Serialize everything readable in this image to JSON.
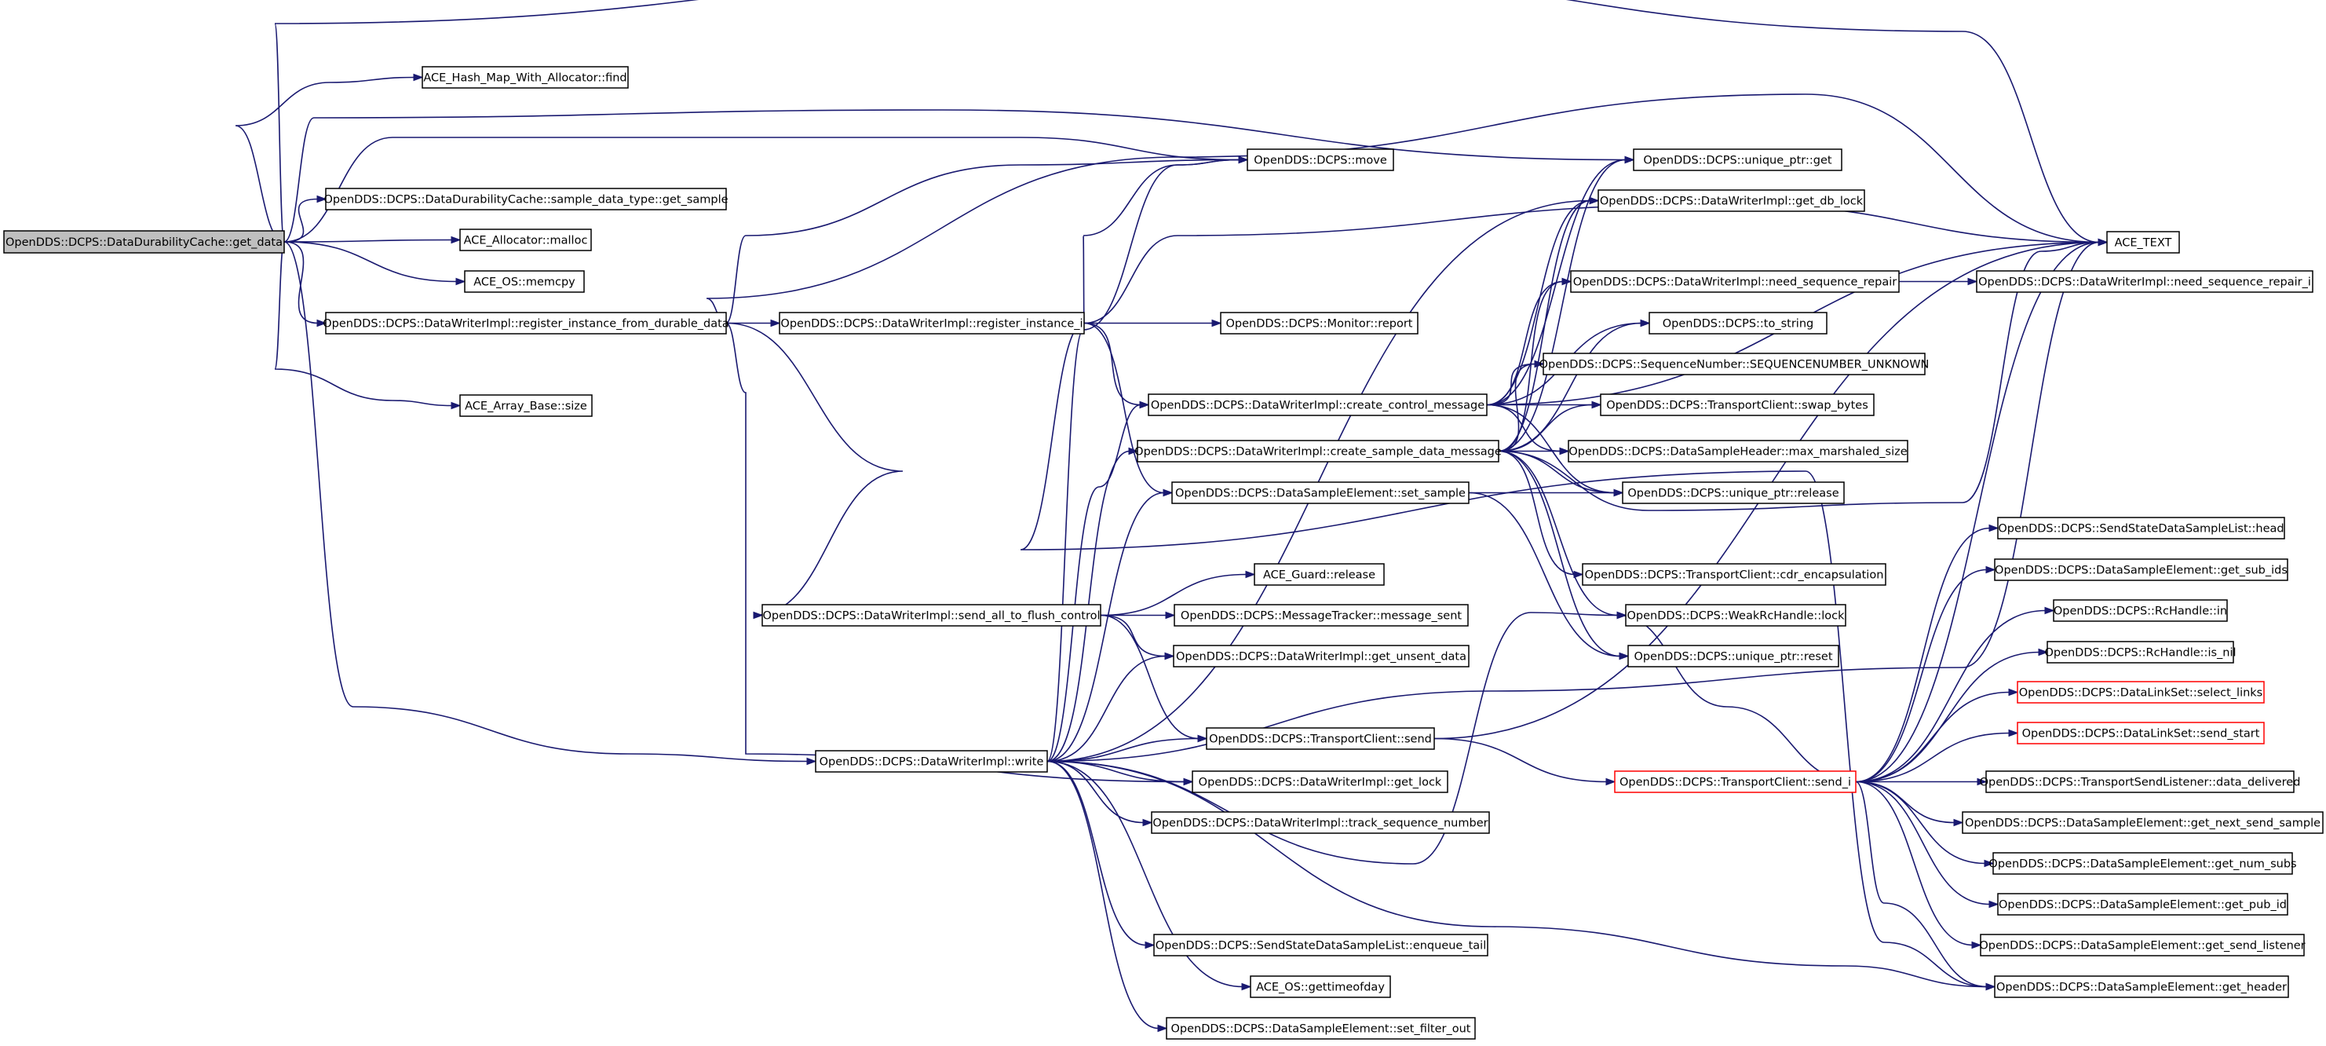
{
  "graph": {
    "edge_color": "#191970",
    "truncated_border_color": "#ff0000",
    "root_fill": "#bfbfbf",
    "nodes": [
      {
        "id": "get_data",
        "label": "OpenDDS::DCPS::DataDurabilityCache::get_data",
        "root": true
      },
      {
        "id": "hash_find",
        "label": "ACE_Hash_Map_With_Allocator::find"
      },
      {
        "id": "move",
        "label": "OpenDDS::DCPS::move"
      },
      {
        "id": "get_sample",
        "label": "OpenDDS::DCPS::DataDurabilityCache::sample_data_type::get_sample"
      },
      {
        "id": "malloc",
        "label": "ACE_Allocator::malloc"
      },
      {
        "id": "memcpy",
        "label": "ACE_OS::memcpy"
      },
      {
        "id": "reg_durable",
        "label": "OpenDDS::DCPS::DataWriterImpl::register_instance_from_durable_data"
      },
      {
        "id": "reg_i",
        "label": "OpenDDS::DCPS::DataWriterImpl::register_instance_i"
      },
      {
        "id": "report",
        "label": "OpenDDS::DCPS::Monitor::report"
      },
      {
        "id": "arr_size",
        "label": "ACE_Array_Base::size"
      },
      {
        "id": "create_ctrl",
        "label": "OpenDDS::DCPS::DataWriterImpl::create_control_message"
      },
      {
        "id": "create_sample",
        "label": "OpenDDS::DCPS::DataWriterImpl::create_sample_data_message"
      },
      {
        "id": "set_sample",
        "label": "OpenDDS::DCPS::DataSampleElement::set_sample"
      },
      {
        "id": "guard_release",
        "label": "ACE_Guard::release"
      },
      {
        "id": "send_all",
        "label": "OpenDDS::DCPS::DataWriterImpl::send_all_to_flush_control"
      },
      {
        "id": "msg_sent",
        "label": "OpenDDS::DCPS::MessageTracker::message_sent"
      },
      {
        "id": "unsent",
        "label": "OpenDDS::DCPS::DataWriterImpl::get_unsent_data"
      },
      {
        "id": "tc_send",
        "label": "OpenDDS::DCPS::TransportClient::send"
      },
      {
        "id": "write",
        "label": "OpenDDS::DCPS::DataWriterImpl::write"
      },
      {
        "id": "get_lock",
        "label": "OpenDDS::DCPS::DataWriterImpl::get_lock"
      },
      {
        "id": "track_seq",
        "label": "OpenDDS::DCPS::DataWriterImpl::track_sequence_number"
      },
      {
        "id": "enqueue_tail",
        "label": "OpenDDS::DCPS::SendStateDataSampleList::enqueue_tail"
      },
      {
        "id": "gettimeofday",
        "label": "ACE_OS::gettimeofday"
      },
      {
        "id": "set_filter_out",
        "label": "OpenDDS::DCPS::DataSampleElement::set_filter_out"
      },
      {
        "id": "uptr_get",
        "label": "OpenDDS::DCPS::unique_ptr::get"
      },
      {
        "id": "get_db_lock",
        "label": "OpenDDS::DCPS::DataWriterImpl::get_db_lock"
      },
      {
        "id": "need_seq",
        "label": "OpenDDS::DCPS::DataWriterImpl::need_sequence_repair"
      },
      {
        "id": "to_string",
        "label": "OpenDDS::DCPS::to_string"
      },
      {
        "id": "seq_unknown",
        "label": "OpenDDS::DCPS::SequenceNumber::SEQUENCENUMBER_UNKNOWN"
      },
      {
        "id": "swap_bytes",
        "label": "OpenDDS::DCPS::TransportClient::swap_bytes"
      },
      {
        "id": "max_marsh",
        "label": "OpenDDS::DCPS::DataSampleHeader::max_marshaled_size"
      },
      {
        "id": "uptr_release",
        "label": "OpenDDS::DCPS::unique_ptr::release"
      },
      {
        "id": "cdr_enc",
        "label": "OpenDDS::DCPS::TransportClient::cdr_encapsulation"
      },
      {
        "id": "weak_lock",
        "label": "OpenDDS::DCPS::WeakRcHandle::lock"
      },
      {
        "id": "uptr_reset",
        "label": "OpenDDS::DCPS::unique_ptr::reset"
      },
      {
        "id": "tc_send_i",
        "label": "OpenDDS::DCPS::TransportClient::send_i",
        "truncated": true
      },
      {
        "id": "ace_text",
        "label": "ACE_TEXT"
      },
      {
        "id": "need_seq_i",
        "label": "OpenDDS::DCPS::DataWriterImpl::need_sequence_repair_i"
      },
      {
        "id": "list_head",
        "label": "OpenDDS::DCPS::SendStateDataSampleList::head"
      },
      {
        "id": "get_sub_ids",
        "label": "OpenDDS::DCPS::DataSampleElement::get_sub_ids"
      },
      {
        "id": "rc_in",
        "label": "OpenDDS::DCPS::RcHandle::in"
      },
      {
        "id": "rc_is_nil",
        "label": "OpenDDS::DCPS::RcHandle::is_nil"
      },
      {
        "id": "select_links",
        "label": "OpenDDS::DCPS::DataLinkSet::select_links",
        "truncated": true
      },
      {
        "id": "send_start",
        "label": "OpenDDS::DCPS::DataLinkSet::send_start",
        "truncated": true
      },
      {
        "id": "data_delivered",
        "label": "OpenDDS::DCPS::TransportSendListener::data_delivered"
      },
      {
        "id": "next_send",
        "label": "OpenDDS::DCPS::DataSampleElement::get_next_send_sample"
      },
      {
        "id": "num_subs",
        "label": "OpenDDS::DCPS::DataSampleElement::get_num_subs"
      },
      {
        "id": "pub_id",
        "label": "OpenDDS::DCPS::DataSampleElement::get_pub_id"
      },
      {
        "id": "send_listener",
        "label": "OpenDDS::DCPS::DataSampleElement::get_send_listener"
      },
      {
        "id": "get_header",
        "label": "OpenDDS::DCPS::DataSampleElement::get_header"
      }
    ],
    "edges": [
      [
        "get_data",
        "hash_find"
      ],
      [
        "get_data",
        "move"
      ],
      [
        "get_data",
        "get_sample"
      ],
      [
        "get_data",
        "malloc"
      ],
      [
        "get_data",
        "memcpy"
      ],
      [
        "get_data",
        "reg_durable"
      ],
      [
        "get_data",
        "arr_size"
      ],
      [
        "get_data",
        "write"
      ],
      [
        "get_data",
        "ace_text"
      ],
      [
        "get_data",
        "uptr_get"
      ],
      [
        "reg_durable",
        "reg_i"
      ],
      [
        "reg_durable",
        "move"
      ],
      [
        "reg_durable",
        "send_all"
      ],
      [
        "reg_durable",
        "get_lock"
      ],
      [
        "reg_durable",
        "ace_text"
      ],
      [
        "reg_i",
        "report"
      ],
      [
        "reg_i",
        "create_ctrl"
      ],
      [
        "reg_i",
        "set_sample"
      ],
      [
        "reg_i",
        "move"
      ],
      [
        "reg_i",
        "ace_text"
      ],
      [
        "reg_i",
        "get_header"
      ],
      [
        "create_ctrl",
        "uptr_get"
      ],
      [
        "create_ctrl",
        "get_db_lock"
      ],
      [
        "create_ctrl",
        "need_seq"
      ],
      [
        "create_ctrl",
        "to_string"
      ],
      [
        "create_ctrl",
        "seq_unknown"
      ],
      [
        "create_ctrl",
        "swap_bytes"
      ],
      [
        "create_ctrl",
        "max_marsh"
      ],
      [
        "create_ctrl",
        "uptr_release"
      ],
      [
        "create_ctrl",
        "ace_text"
      ],
      [
        "create_sample",
        "uptr_get"
      ],
      [
        "create_sample",
        "get_db_lock"
      ],
      [
        "create_sample",
        "need_seq"
      ],
      [
        "create_sample",
        "to_string"
      ],
      [
        "create_sample",
        "seq_unknown"
      ],
      [
        "create_sample",
        "swap_bytes"
      ],
      [
        "create_sample",
        "max_marsh"
      ],
      [
        "create_sample",
        "uptr_release"
      ],
      [
        "create_sample",
        "cdr_enc"
      ],
      [
        "create_sample",
        "weak_lock"
      ],
      [
        "create_sample",
        "uptr_reset"
      ],
      [
        "create_sample",
        "ace_text"
      ],
      [
        "set_sample",
        "uptr_release"
      ],
      [
        "set_sample",
        "uptr_reset"
      ],
      [
        "send_all",
        "guard_release"
      ],
      [
        "send_all",
        "msg_sent"
      ],
      [
        "send_all",
        "unsent"
      ],
      [
        "send_all",
        "tc_send"
      ],
      [
        "tc_send",
        "tc_send_i"
      ],
      [
        "tc_send",
        "ace_text"
      ],
      [
        "write",
        "move"
      ],
      [
        "write",
        "create_sample"
      ],
      [
        "write",
        "set_sample"
      ],
      [
        "write",
        "unsent"
      ],
      [
        "write",
        "tc_send"
      ],
      [
        "write",
        "get_lock"
      ],
      [
        "write",
        "track_seq"
      ],
      [
        "write",
        "enqueue_tail"
      ],
      [
        "write",
        "gettimeofday"
      ],
      [
        "write",
        "set_filter_out"
      ],
      [
        "write",
        "weak_lock"
      ],
      [
        "write",
        "ace_text"
      ],
      [
        "write",
        "get_db_lock"
      ],
      [
        "write",
        "get_header"
      ],
      [
        "write",
        "create_ctrl"
      ],
      [
        "need_seq",
        "need_seq_i"
      ],
      [
        "tc_send_i",
        "list_head"
      ],
      [
        "tc_send_i",
        "get_sub_ids"
      ],
      [
        "tc_send_i",
        "rc_in"
      ],
      [
        "tc_send_i",
        "rc_is_nil"
      ],
      [
        "tc_send_i",
        "select_links"
      ],
      [
        "tc_send_i",
        "send_start"
      ],
      [
        "tc_send_i",
        "data_delivered"
      ],
      [
        "tc_send_i",
        "next_send"
      ],
      [
        "tc_send_i",
        "num_subs"
      ],
      [
        "tc_send_i",
        "pub_id"
      ],
      [
        "tc_send_i",
        "send_listener"
      ],
      [
        "tc_send_i",
        "get_header"
      ],
      [
        "tc_send_i",
        "ace_text"
      ],
      [
        "tc_send_i",
        "weak_lock"
      ]
    ]
  }
}
